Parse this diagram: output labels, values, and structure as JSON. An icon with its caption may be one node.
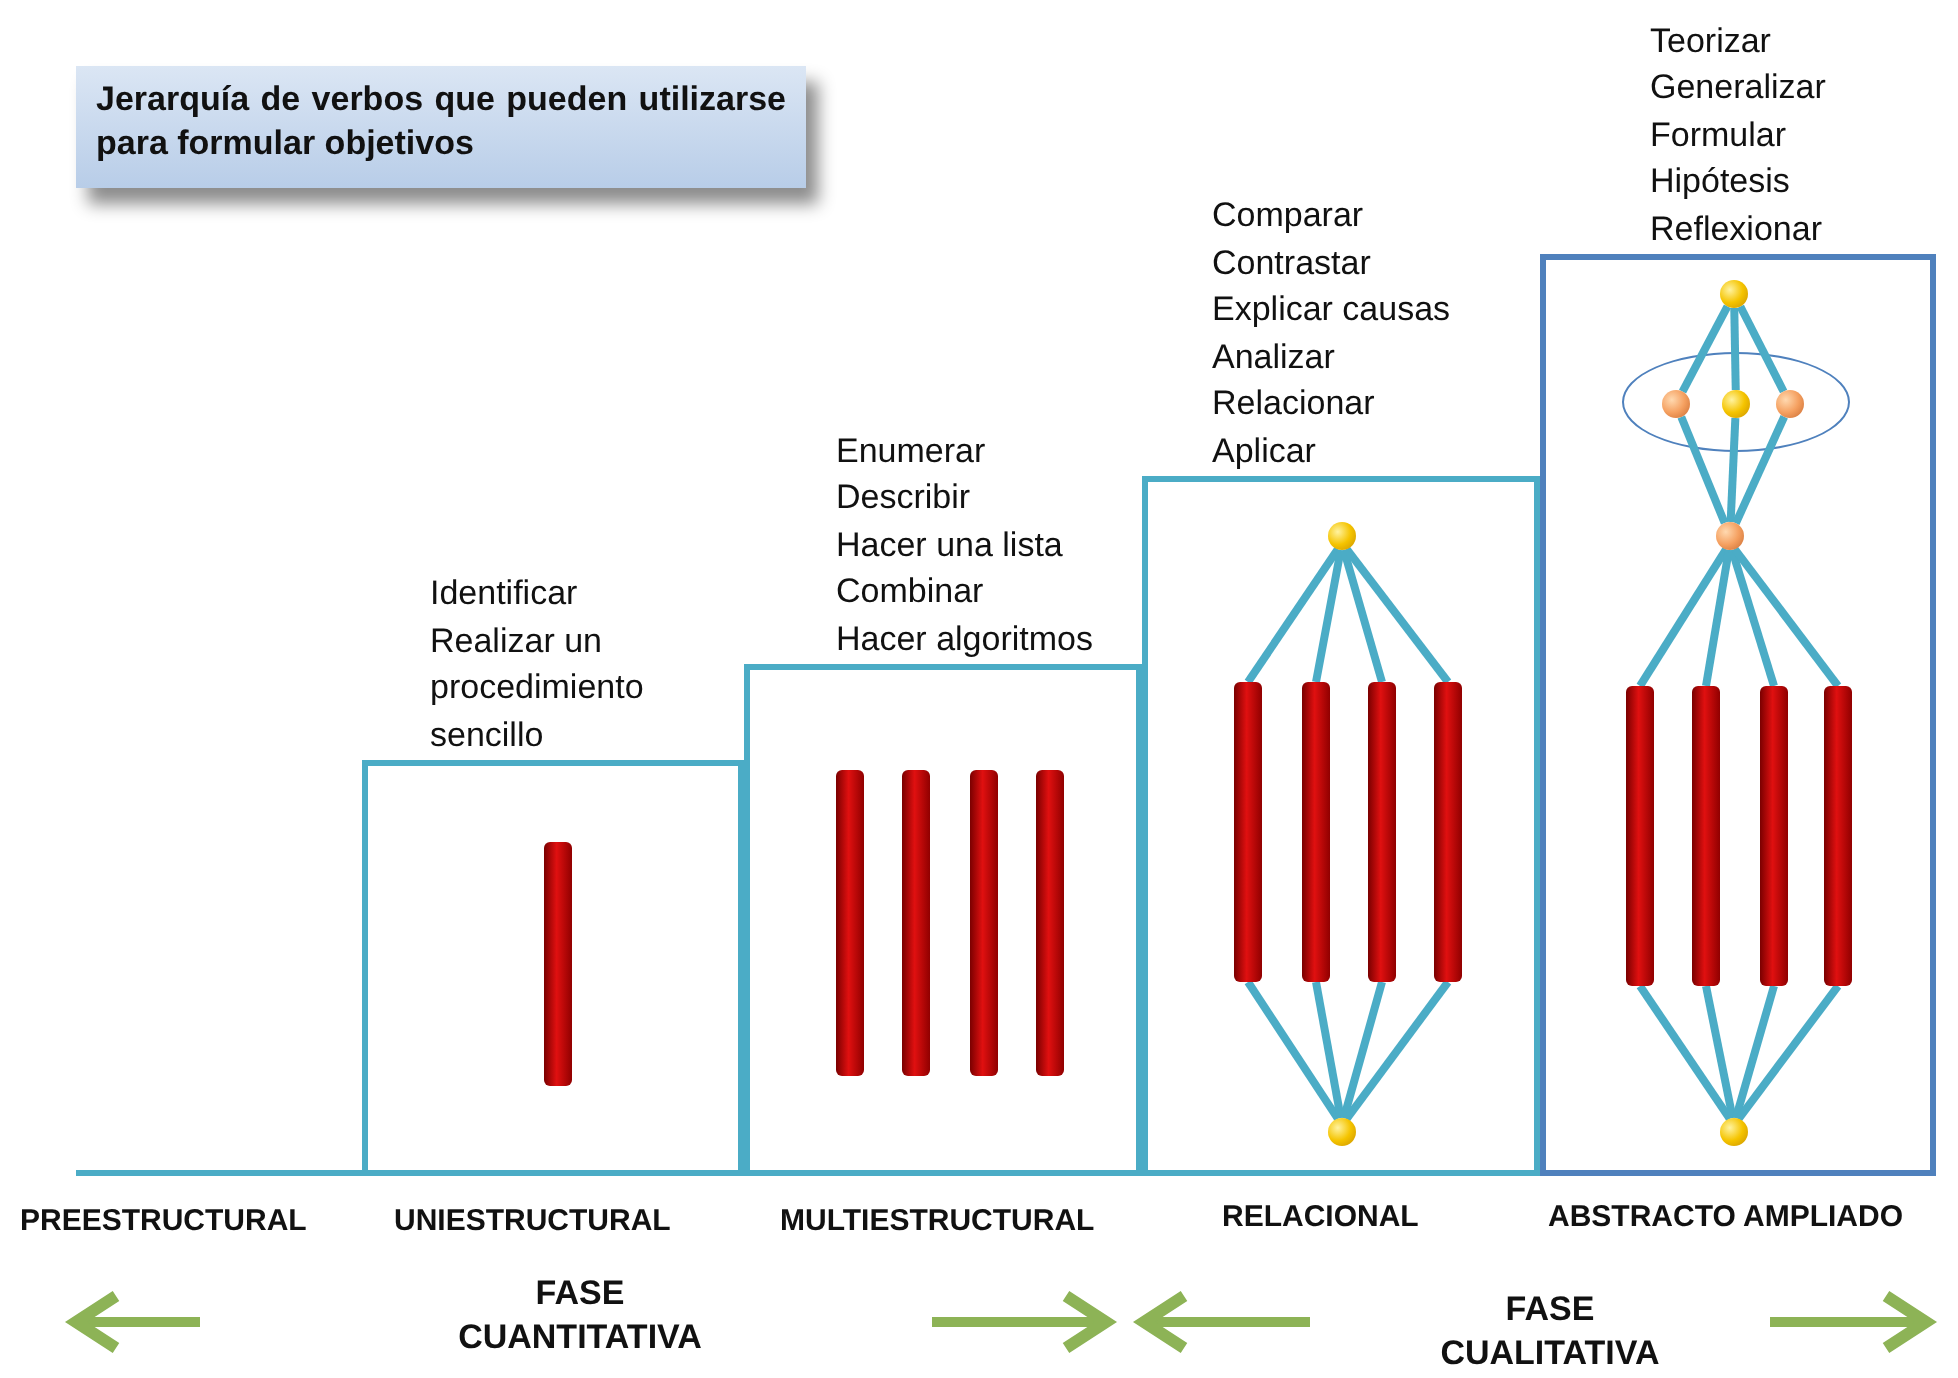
{
  "diagram": {
    "nodes": [
      {
        "text": [
          "Jerarquía de verbos que pueden utilizarse para formular objetivos"
        ]
      },
      {
        "text": [
          "Identificar",
          "Realizar un procedimiento sencillo"
        ]
      },
      {
        "text": [],
        "shape": "bar",
        "in": 1
      },
      {
        "text": [
          "Enumerar",
          "Describir",
          "Hacer una lista",
          "Combinar",
          "Hacer algoritmos"
        ]
      },
      {
        "text": [],
        "shape": "bar",
        "in": 3
      },
      {
        "text": [],
        "shape": "bar",
        "in": 3
      },
      {
        "text": [],
        "shape": "bar",
        "in": 3
      },
      {
        "text": [],
        "shape": "bar",
        "in": 3
      },
      {
        "text": [
          "Comparar",
          "Contrastar",
          "Explicar causas",
          "Analizar",
          "Relacionar",
          "Aplicar"
        ]
      },
      {
        "text": [],
        "shape": "circle",
        "in": 8
      },
      {
        "text": [],
        "shape": "bar",
        "in": 8
      },
      {
        "text": [],
        "shape": "bar",
        "in": 8
      },
      {
        "text": [],
        "shape": "bar",
        "in": 8
      },
      {
        "text": [],
        "shape": "bar",
        "in": 8
      },
      {
        "text": [],
        "shape": "circle",
        "in": 8
      },
      {
        "text": [
          "Teorizar",
          "Generalizar",
          "Formular",
          "Hipótesis",
          "Reflexionar"
        ]
      },
      {
        "text": [],
        "shape": "circle",
        "in": 15
      },
      {
        "text": [],
        "shape": "ellipse",
        "in": 15
      },
      {
        "text": [],
        "shape": "circle",
        "in": 17
      },
      {
        "text": [],
        "shape": "circle",
        "in": 17
      },
      {
        "text": [],
        "shape": "circle",
        "in": 17
      },
      {
        "text": [],
        "shape": "circle",
        "in": 15
      },
      {
        "text": [],
        "shape": "bar",
        "in": 15
      },
      {
        "text": [],
        "shape": "bar",
        "in": 15
      },
      {
        "text": [],
        "shape": "bar",
        "in": 15
      },
      {
        "text": [],
        "shape": "bar",
        "in": 15
      },
      {
        "text": [],
        "shape": "circle",
        "in": 15
      }
    ],
    "edges": [
      {
        "from": 9,
        "to": 10,
        "arrow": "none"
      },
      {
        "from": 9,
        "to": 11,
        "arrow": "none"
      },
      {
        "from": 9,
        "to": 12,
        "arrow": "none"
      },
      {
        "from": 9,
        "to": 13,
        "arrow": "none"
      },
      {
        "from": 10,
        "to": 14,
        "arrow": "none"
      },
      {
        "from": 11,
        "to": 14,
        "arrow": "none"
      },
      {
        "from": 12,
        "to": 14,
        "arrow": "none"
      },
      {
        "from": 13,
        "to": 14,
        "arrow": "none"
      },
      {
        "from": 16,
        "to": 18,
        "arrow": "none"
      },
      {
        "from": 16,
        "to": 19,
        "arrow": "none"
      },
      {
        "from": 16,
        "to": 20,
        "arrow": "none"
      },
      {
        "from": 18,
        "to": 21,
        "arrow": "none"
      },
      {
        "from": 19,
        "to": 21,
        "arrow": "none"
      },
      {
        "from": 20,
        "to": 21,
        "arrow": "none"
      },
      {
        "from": 21,
        "to": 22,
        "arrow": "none"
      },
      {
        "from": 21,
        "to": 23,
        "arrow": "none"
      },
      {
        "from": 21,
        "to": 24,
        "arrow": "none"
      },
      {
        "from": 21,
        "to": 25,
        "arrow": "none"
      },
      {
        "from": 22,
        "to": 26,
        "arrow": "none"
      },
      {
        "from": 23,
        "to": 26,
        "arrow": "none"
      },
      {
        "from": 24,
        "to": 26,
        "arrow": "none"
      },
      {
        "from": 25,
        "to": 26,
        "arrow": "none"
      }
    ],
    "labels": [
      "PREESTRUCTURAL",
      "UNIESTRUCTURAL",
      "MULTIESTRUCTURAL",
      "RELACIONAL",
      "ABSTRACTO AMPLIADO",
      "FASE CUANTITATIVA",
      "FASE CUALITATIVA"
    ]
  }
}
